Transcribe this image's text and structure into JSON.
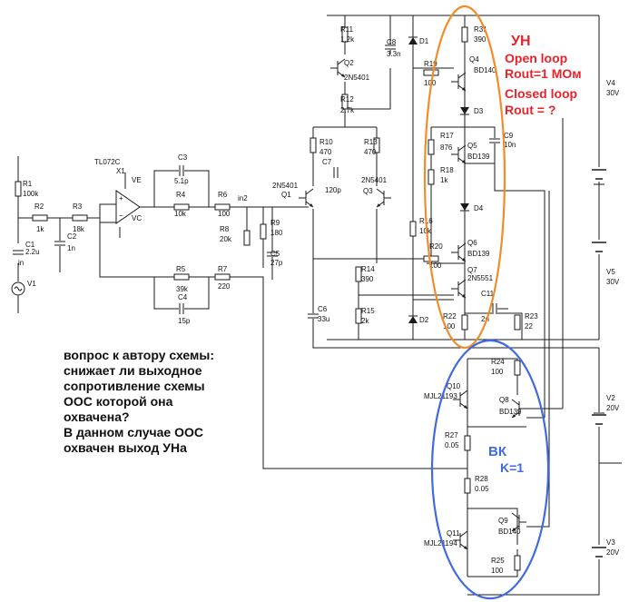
{
  "components": [
    {
      "id": "R1",
      "ref": "R1",
      "value": "100k"
    },
    {
      "id": "R2",
      "ref": "R2",
      "value": "1k"
    },
    {
      "id": "R3",
      "ref": "R3",
      "value": "18k"
    },
    {
      "id": "C1",
      "ref": "C1",
      "value": "2.2u"
    },
    {
      "id": "C2",
      "ref": "C2",
      "value": "1n"
    },
    {
      "id": "V1",
      "ref": "V1",
      "value": ""
    },
    {
      "id": "X1",
      "ref": "TL072C",
      "value": "X1"
    },
    {
      "id": "C3",
      "ref": "C3",
      "value": "5.1p"
    },
    {
      "id": "R4",
      "ref": "R4",
      "value": "10k"
    },
    {
      "id": "R6",
      "ref": "R6",
      "value": "100"
    },
    {
      "id": "R8",
      "ref": "R8",
      "value": "20k"
    },
    {
      "id": "R9",
      "ref": "R9",
      "value": "180"
    },
    {
      "id": "C5",
      "ref": "C5",
      "value": "27p"
    },
    {
      "id": "R5",
      "ref": "R5",
      "value": "39k"
    },
    {
      "id": "C4",
      "ref": "C4",
      "value": "15p"
    },
    {
      "id": "R7",
      "ref": "R7",
      "value": "220"
    },
    {
      "id": "Q1",
      "ref": "2N5401",
      "value": "Q1"
    },
    {
      "id": "Q3",
      "ref": "Q3",
      "value": "2N5401"
    },
    {
      "id": "R10",
      "ref": "R10",
      "value": "470"
    },
    {
      "id": "R13",
      "ref": "R13",
      "value": "470"
    },
    {
      "id": "C7",
      "ref": "C7",
      "value": "120p"
    },
    {
      "id": "R11",
      "ref": "R11",
      "value": "1.2k"
    },
    {
      "id": "Q2",
      "ref": "Q2",
      "value": "2N5401"
    },
    {
      "id": "R12",
      "ref": "R12",
      "value": "2.7k"
    },
    {
      "id": "C8",
      "ref": "C8",
      "value": "3.3n"
    },
    {
      "id": "D1",
      "ref": "D1",
      "value": ""
    },
    {
      "id": "R19",
      "ref": "R19",
      "value": "100"
    },
    {
      "id": "R31",
      "ref": "R31",
      "value": "390"
    },
    {
      "id": "Q4",
      "ref": "Q4",
      "value": "BD140"
    },
    {
      "id": "D3",
      "ref": "D3",
      "value": ""
    },
    {
      "id": "R17",
      "ref": "876",
      "value": "R17"
    },
    {
      "id": "Q5",
      "ref": "Q5",
      "value": "BD139"
    },
    {
      "id": "C9",
      "ref": "C9",
      "value": "10n"
    },
    {
      "id": "R18",
      "ref": "R18",
      "value": "1k"
    },
    {
      "id": "D4",
      "ref": "D4",
      "value": ""
    },
    {
      "id": "R16",
      "ref": "R16",
      "value": "10k"
    },
    {
      "id": "R20",
      "ref": "R20",
      "value": "100"
    },
    {
      "id": "Q6",
      "ref": "Q6",
      "value": "BD139"
    },
    {
      "id": "Q7",
      "ref": "2N5551",
      "value": "Q7"
    },
    {
      "id": "C11",
      "ref": "C11",
      "value": "2n"
    },
    {
      "id": "R14",
      "ref": "R14",
      "value": "390"
    },
    {
      "id": "R15",
      "ref": "R15",
      "value": "2k"
    },
    {
      "id": "C6",
      "ref": "C6",
      "value": "33u"
    },
    {
      "id": "D2",
      "ref": "D2",
      "value": ""
    },
    {
      "id": "R22",
      "ref": "R22",
      "value": "100"
    },
    {
      "id": "R23",
      "ref": "R23",
      "value": "22"
    },
    {
      "id": "V4",
      "ref": "V4",
      "value": "30V"
    },
    {
      "id": "V5",
      "ref": "V5",
      "value": "30V"
    },
    {
      "id": "R24",
      "ref": "R24",
      "value": "100"
    },
    {
      "id": "Q10",
      "ref": "Q10",
      "value": "MJL21193"
    },
    {
      "id": "Q8",
      "ref": "Q8",
      "value": "BD139"
    },
    {
      "id": "V2",
      "ref": "V2",
      "value": "20V"
    },
    {
      "id": "R27",
      "ref": "R27",
      "value": "0.05"
    },
    {
      "id": "R28",
      "ref": "R28",
      "value": "0.05"
    },
    {
      "id": "Q9",
      "ref": "Q9",
      "value": "BD140"
    },
    {
      "id": "Q11",
      "ref": "Q11",
      "value": "MJL21194"
    },
    {
      "id": "V3",
      "ref": "V3",
      "value": "20V"
    },
    {
      "id": "R25",
      "ref": "R25",
      "value": "100"
    }
  ],
  "net_labels": {
    "in": "in",
    "in2": "in2",
    "ve": "VE",
    "vc": "VC"
  },
  "annotations": {
    "question": "вопрос к автору схемы:\nснижает ли выходное\nсопротивление схемы\nООС которой она\nохвачена?\nВ данном случае ООС\nохвачен выход УНа",
    "vas_title": "УН",
    "vas_line1": "Open loop",
    "vas_line2": "Rout=1 МОм",
    "vas_line3": "Closed loop",
    "vas_line4": "Rout = ?",
    "out_title": "ВК",
    "out_gain": "K=1"
  },
  "colors": {
    "wire": "#1a1a1a",
    "orange": "#f28c28",
    "blue": "#4169e1",
    "red": "#e8222a"
  }
}
